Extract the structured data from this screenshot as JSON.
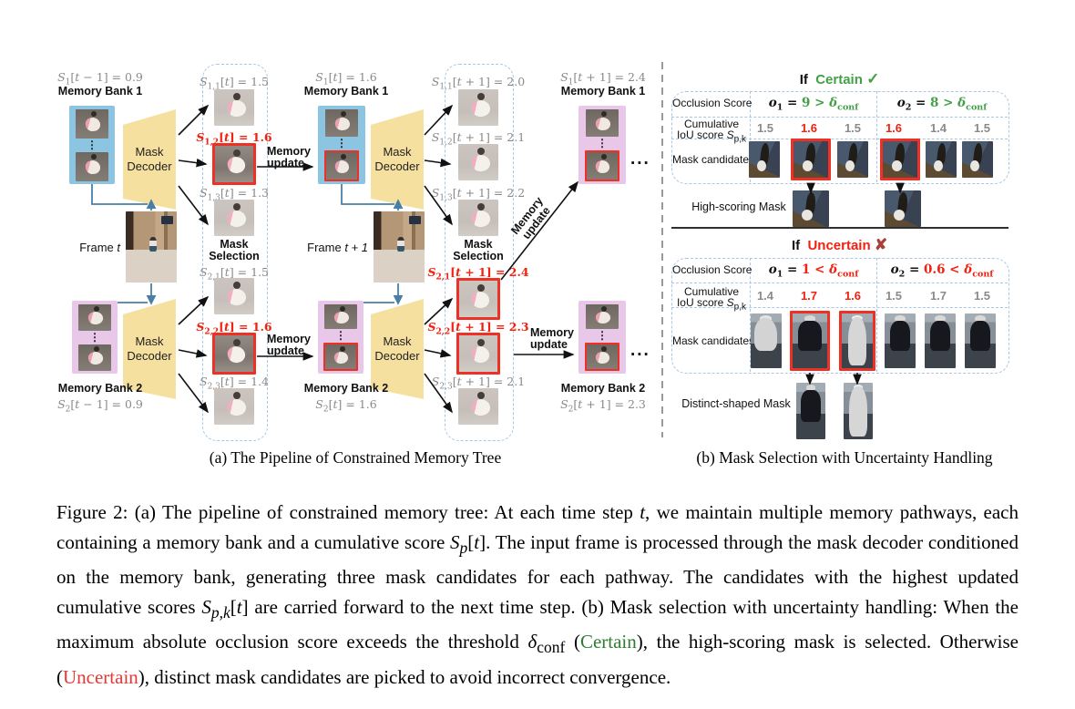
{
  "colors": {
    "bank_blue": "#8cc5e2",
    "bank_pink": "#e9c7e9",
    "decoder_yellow": "#f6e09f",
    "selection_red": "#ee3124",
    "score_red": "#f2210f",
    "score_gray": "#8a8a8a",
    "certain_green": "#43a047",
    "dashed_border_blue": "#a9c6e4"
  },
  "panel_a": {
    "caption": "(a) The Pipeline of Constrained Memory Tree",
    "decoder_line1": "Mask",
    "decoder_line2": "Decoder",
    "mask_selection_line1": "Mask",
    "mask_selection_line2": "Selection",
    "memory_update_line1": "Memory",
    "memory_update_line2": "update",
    "frame_t_label_html": "Frame <i>t</i>",
    "frame_t1_label_html": "Frame <i>t + 1</i>",
    "ellipsis": "...",
    "dots": "⋮",
    "banks": {
      "b1_t0": {
        "title": "Memory Bank 1",
        "score_html": "<i>S</i><sub>1</sub>[<i>t</i> − 1] = 0.9"
      },
      "b2_t0": {
        "title": "Memory Bank 2",
        "score_html": "<i>S</i><sub>2</sub>[<i>t</i> − 1] = 0.9"
      },
      "b1_t1": {
        "title": "Memory Bank 1",
        "score_html": "<i>S</i><sub>1</sub>[<i>t</i>] = 1.6"
      },
      "b2_t1": {
        "title": "Memory Bank 2",
        "score_html": "<i>S</i><sub>2</sub>[<i>t</i>] = 1.6"
      },
      "b1_t2": {
        "title": "Memory Bank 1",
        "score_html": "<i>S</i><sub>1</sub>[<i>t</i> + 1] = 2.4"
      },
      "b2_t2": {
        "title": "Memory Bank 2",
        "score_html": "<i>S</i><sub>2</sub>[<i>t</i> + 1] = 2.3"
      }
    },
    "candidates_t": [
      {
        "score_html": "<i>S</i><sub>1,1</sub>[<i>t</i>] = 1.5",
        "selected": false
      },
      {
        "score_html": "<i>S</i><sub>1,2</sub>[<i>t</i>] = 1.6",
        "selected": true
      },
      {
        "score_html": "<i>S</i><sub>1,3</sub>[<i>t</i>] = 1.3",
        "selected": false
      },
      {
        "score_html": "<i>S</i><sub>2,1</sub>[<i>t</i>] = 1.5",
        "selected": false
      },
      {
        "score_html": "<i>S</i><sub>2,2</sub>[<i>t</i>] = 1.6",
        "selected": true
      },
      {
        "score_html": "<i>S</i><sub>2,3</sub>[<i>t</i>] = 1.4",
        "selected": false
      }
    ],
    "candidates_t1": [
      {
        "score_html": "<i>S</i><sub>1,1</sub>[<i>t</i> + 1] = 2.0",
        "selected": false
      },
      {
        "score_html": "<i>S</i><sub>1,2</sub>[<i>t</i> + 1] = 2.1",
        "selected": false
      },
      {
        "score_html": "<i>S</i><sub>1,3</sub>[<i>t</i> + 1] = 2.2",
        "selected": false
      },
      {
        "score_html": "<i>S</i><sub>2,1</sub>[<i>t</i> + 1] = 2.4",
        "selected": true
      },
      {
        "score_html": "<i>S</i><sub>2,2</sub>[<i>t</i> + 1] = 2.3",
        "selected": true
      },
      {
        "score_html": "<i>S</i><sub>2,3</sub>[<i>t</i> + 1] = 2.1",
        "selected": false
      }
    ]
  },
  "panel_b": {
    "caption": "(b) Mask Selection with Uncertainty Handling",
    "certain": {
      "title_if": "If",
      "title_word": "Certain",
      "title_mark": "✓",
      "row_labels": {
        "occlusion": "Occlusion Score",
        "iou_html": "Cumulative<br>IoU score <i>S</i><sub>p,k</sub>",
        "candidates": "Mask candidates"
      },
      "group1": {
        "occlusion_html": "<i>o</i><sub>1</sub> = <span class='ok'>9 &gt; <i>δ</i><sub>conf</sub></span>",
        "scores": [
          "1.5",
          "1.6",
          "1.5"
        ]
      },
      "group2": {
        "occlusion_html": "<i>o</i><sub>2</sub> = <span class='ok'>8 &gt; <i>δ</i><sub>conf</sub></span>",
        "scores": [
          "1.6",
          "1.4",
          "1.5"
        ]
      },
      "result_label": "High-scoring Mask"
    },
    "uncertain": {
      "title_if": "If",
      "title_word": "Uncertain",
      "title_mark": "✘",
      "row_labels": {
        "occlusion": "Occlusion Score",
        "iou_html": "Cumulative<br>IoU score <i>S</i><sub>p,k</sub>",
        "candidates": "Mask candidates"
      },
      "group1": {
        "occlusion_html": "<i>o</i><sub>1</sub> = <span class='bad'>1 &lt; <i>δ</i><sub>conf</sub></span>",
        "scores": [
          "1.4",
          "1.7",
          "1.6"
        ]
      },
      "group2": {
        "occlusion_html": "<i>o</i><sub>2</sub> = <span class='bad'>0.6 &lt; <i>δ</i><sub>conf</sub></span>",
        "scores": [
          "1.5",
          "1.7",
          "1.5"
        ]
      },
      "result_label": "Distinct-shaped Mask"
    }
  },
  "figure_caption_html": "Figure 2: (a) The pipeline of constrained memory tree: At each time step <i>t</i>, we maintain multiple memory pathways, each containing a memory bank and a cumulative score <i>S<sub>p</sub></i>[<i>t</i>]. The input frame is processed through the mask decoder conditioned on the memory bank, generating three mask candidates for each pathway. The candidates with the highest updated cumulative scores <i>S<sub>p,k</sub></i>[<i>t</i>] are carried forward to the next time step. (b) Mask selection with uncertainty handling: When the maximum absolute occlusion score exceeds the threshold <i>δ</i><sub>conf</sub> (<span class='ok'>Certain</span>), the high-scoring mask is selected. Otherwise (<span class='bad'>Uncertain</span>), distinct mask candidates are picked to avoid incorrect convergence."
}
